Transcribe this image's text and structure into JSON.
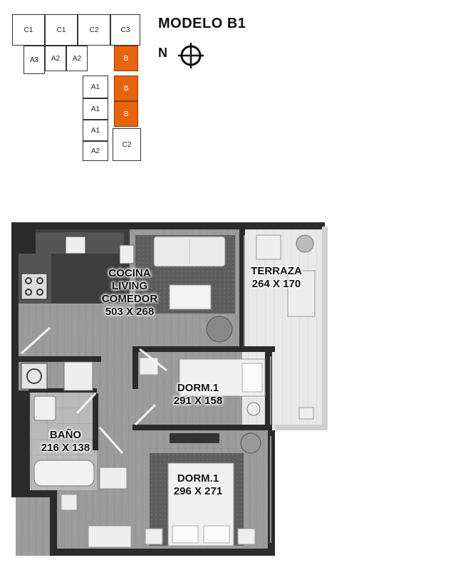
{
  "key_plan": {
    "units": [
      {
        "id": "c1a",
        "label": "C1",
        "highlight": false
      },
      {
        "id": "c1b",
        "label": "C1",
        "highlight": false
      },
      {
        "id": "c2a",
        "label": "C2",
        "highlight": false
      },
      {
        "id": "c3",
        "label": "C3",
        "highlight": false
      },
      {
        "id": "a3",
        "label": "A3",
        "highlight": false
      },
      {
        "id": "a2a",
        "label": "A2",
        "highlight": false
      },
      {
        "id": "a2b",
        "label": "A2",
        "highlight": false
      },
      {
        "id": "b1",
        "label": "B",
        "highlight": true
      },
      {
        "id": "b2",
        "label": "B",
        "highlight": true
      },
      {
        "id": "b3",
        "label": "B",
        "highlight": true
      },
      {
        "id": "a1a",
        "label": "A1",
        "highlight": false
      },
      {
        "id": "a1b",
        "label": "A1",
        "highlight": false
      },
      {
        "id": "a1c",
        "label": "A1",
        "highlight": false
      },
      {
        "id": "a2c",
        "label": "A2",
        "highlight": false
      },
      {
        "id": "c2b",
        "label": "C2",
        "highlight": false
      }
    ],
    "highlight_color": "#e8640c"
  },
  "title": "MODELO B1",
  "north_label": "N",
  "rooms": {
    "living": {
      "line1": "COCINA",
      "line2": "LIVING",
      "line3": "COMEDOR",
      "dims": "503 X 268"
    },
    "terraza": {
      "name": "TERRAZA",
      "dims": "264 X 170"
    },
    "dorm_a": {
      "name": "DORM.1",
      "dims": "291 X 158"
    },
    "bano": {
      "name": "BAÑO",
      "dims": "216 X 138"
    },
    "dorm_b": {
      "name": "DORM.1",
      "dims": "296 X 271"
    }
  },
  "icons": [
    "compass-icon"
  ]
}
